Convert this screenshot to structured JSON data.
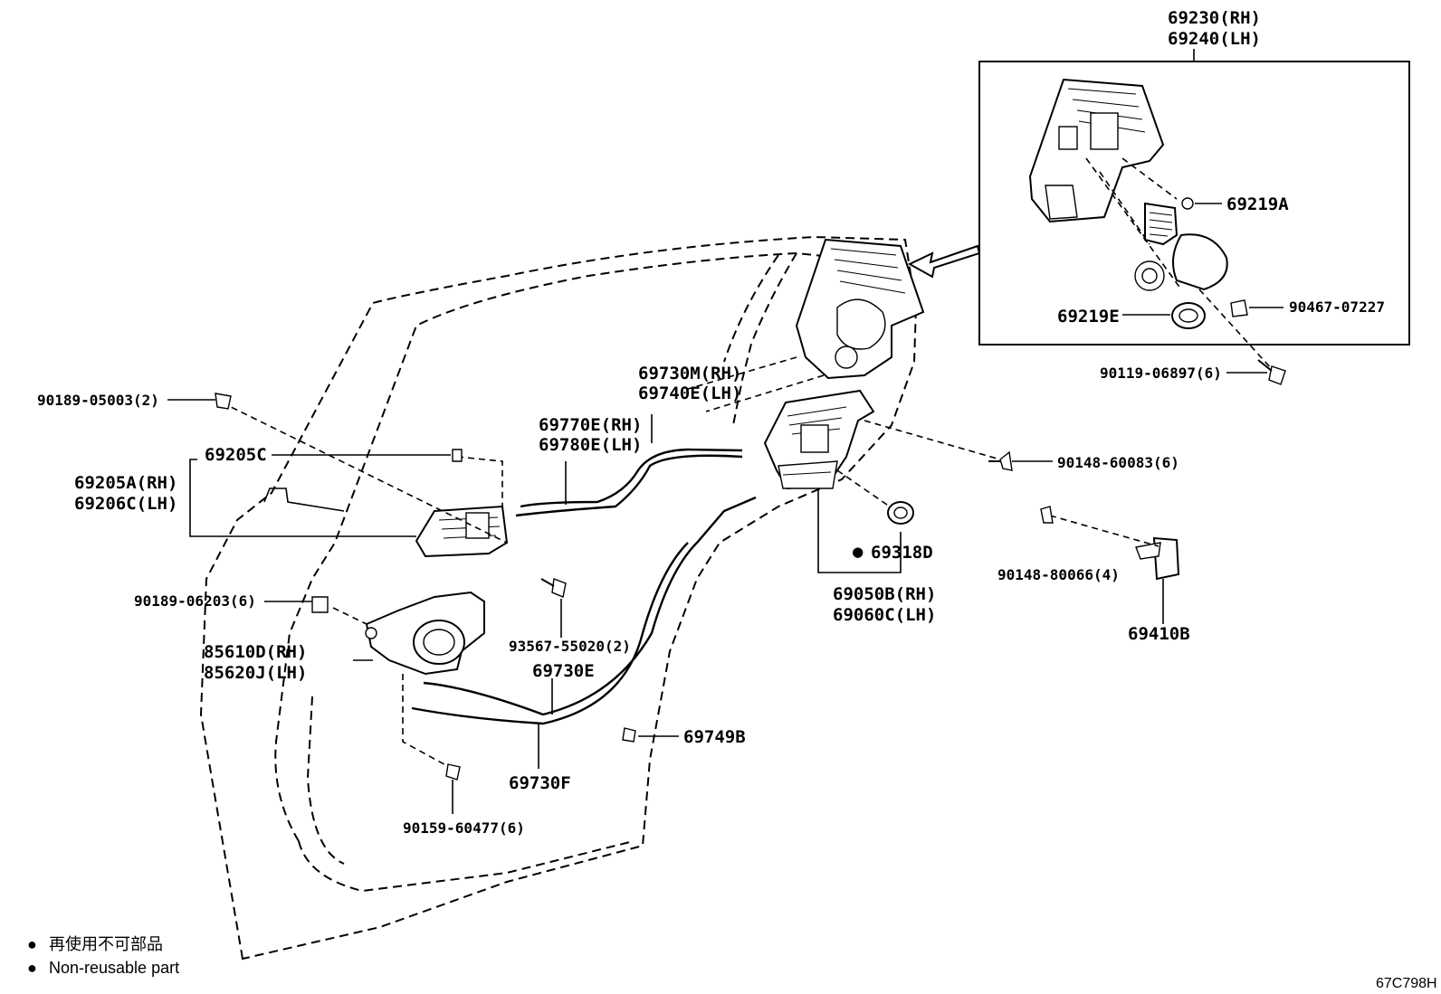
{
  "diagram": {
    "drawing_code": "67C798H",
    "legend": {
      "items": [
        {
          "symbol": "●",
          "text": "再使用不可部品"
        },
        {
          "symbol": "●",
          "text": "Non-reusable part"
        }
      ]
    },
    "callouts": {
      "p69230": "69230(RH)",
      "p69240": "69240(LH)",
      "p69219A": "69219A",
      "p90467": "90467-07227",
      "p69219E": "69219E",
      "p90119": "90119-06897(6)",
      "p69730M": "69730M(RH)",
      "p69740E": "69740E(LH)",
      "p69770E": "69770E(RH)",
      "p69780E": "69780E(LH)",
      "p90189_05003": "90189-05003(2)",
      "p69205C": "69205C",
      "p69205A": "69205A(RH)",
      "p69206C": "69206C(LH)",
      "p90148_60083": "90148-60083(6)",
      "p69318D": "69318D",
      "p69318D_mark": "●",
      "p69050B": "69050B(RH)",
      "p69060C": "69060C(LH)",
      "p90148_80066": "90148-80066(4)",
      "p69410B": "69410B",
      "p90189_06203": "90189-06203(6)",
      "p85610D": "85610D(RH)",
      "p85620J": "85620J(LH)",
      "p93567": "93567-55020(2)",
      "p69730E": "69730E",
      "p69749B": "69749B",
      "p69730F": "69730F",
      "p90159": "90159-60477(6)"
    }
  }
}
